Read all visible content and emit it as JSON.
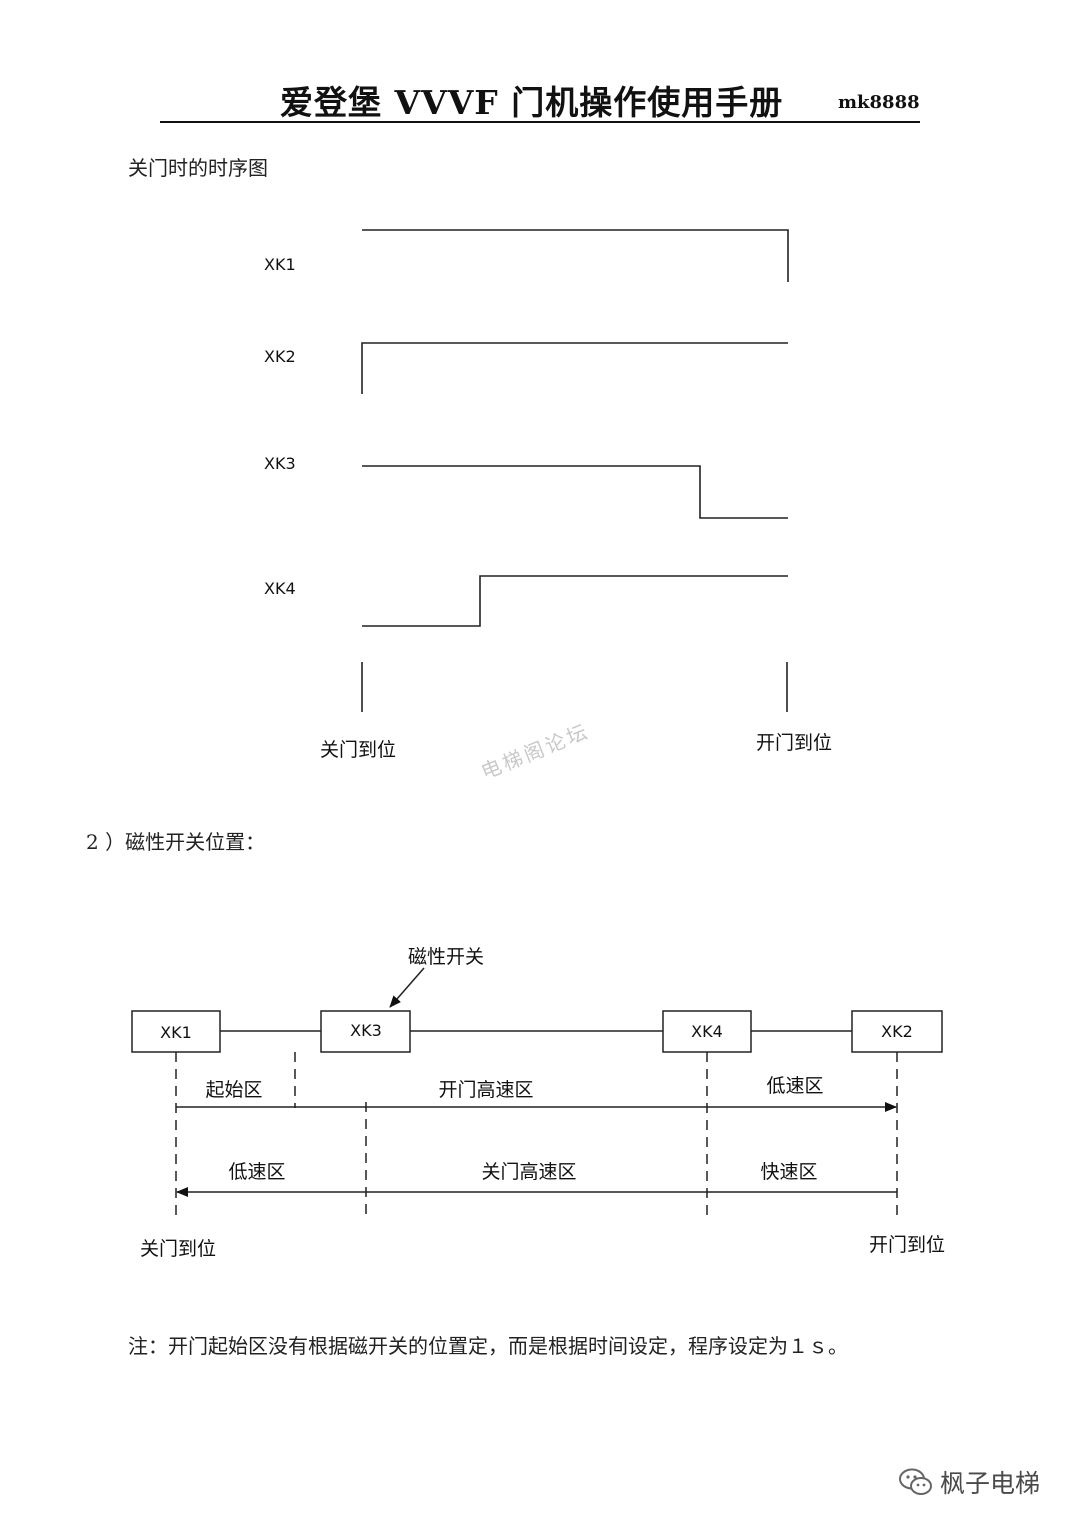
{
  "header": {
    "title": "爱登堡 VVVF 门机操作使用手册",
    "code": "mk8888"
  },
  "timing": {
    "caption": "关门时的时序图",
    "signals": [
      "XK1",
      "XK2",
      "XK3",
      "XK4"
    ],
    "start_label": "关门到位",
    "end_label": "开门到位"
  },
  "watermark": "电梯阁论坛",
  "position": {
    "section_title": "2 ）磁性开关位置：",
    "callout": "磁性开关",
    "switches": [
      "XK1",
      "XK3",
      "XK4",
      "XK2"
    ],
    "open_zones": [
      "起始区",
      "开门高速区",
      "低速区"
    ],
    "close_zones": [
      "低速区",
      "关门高速区",
      "快速区"
    ],
    "left_label": "关门到位",
    "right_label": "开门到位"
  },
  "note": "注：开门起始区没有根据磁开关的位置定，而是根据时间设定，程序设定为１ｓ。",
  "brand": {
    "name": "枫子电梯",
    "icon": "wechat-icon"
  }
}
